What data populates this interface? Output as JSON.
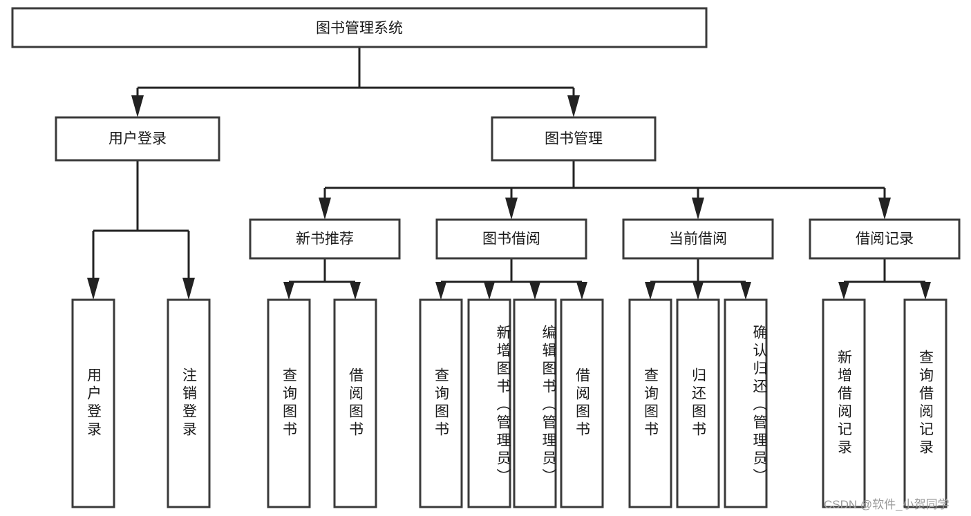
{
  "diagram": {
    "title": "图书管理系统",
    "type": "hierarchy-tree",
    "orientation": "top-down",
    "colors": {
      "box_fill": "#ffffff",
      "box_stroke": "#3a3a3a",
      "connector": "#222222",
      "text": "#1b1b1b",
      "watermark": "#9a9a9a",
      "background": "#ffffff"
    },
    "levels": {
      "root": {
        "label": "图书管理系统"
      },
      "level2": [
        {
          "label": "用户登录"
        },
        {
          "label": "图书管理"
        }
      ],
      "level3": [
        {
          "label": "新书推荐"
        },
        {
          "label": "图书借阅"
        },
        {
          "label": "当前借阅"
        },
        {
          "label": "借阅记录"
        }
      ],
      "leaves": {
        "user_login": [
          {
            "label": "用户登录"
          },
          {
            "label": "注销登录"
          }
        ],
        "new_book_recommend": [
          {
            "label": "查询图书"
          },
          {
            "label": "借阅图书"
          }
        ],
        "book_borrow": [
          {
            "label": "查询图书"
          },
          {
            "label": "新增图书（管理员）"
          },
          {
            "label": "编辑图书（管理员）"
          },
          {
            "label": "借阅图书"
          }
        ],
        "current_borrow": [
          {
            "label": "查询图书"
          },
          {
            "label": "归还图书"
          },
          {
            "label": "确认归还（管理员）"
          }
        ],
        "borrow_record": [
          {
            "label": "新增借阅记录"
          },
          {
            "label": "查询借阅记录"
          }
        ]
      }
    }
  },
  "watermark": {
    "text": "CSDN @软件_小贺同学"
  }
}
